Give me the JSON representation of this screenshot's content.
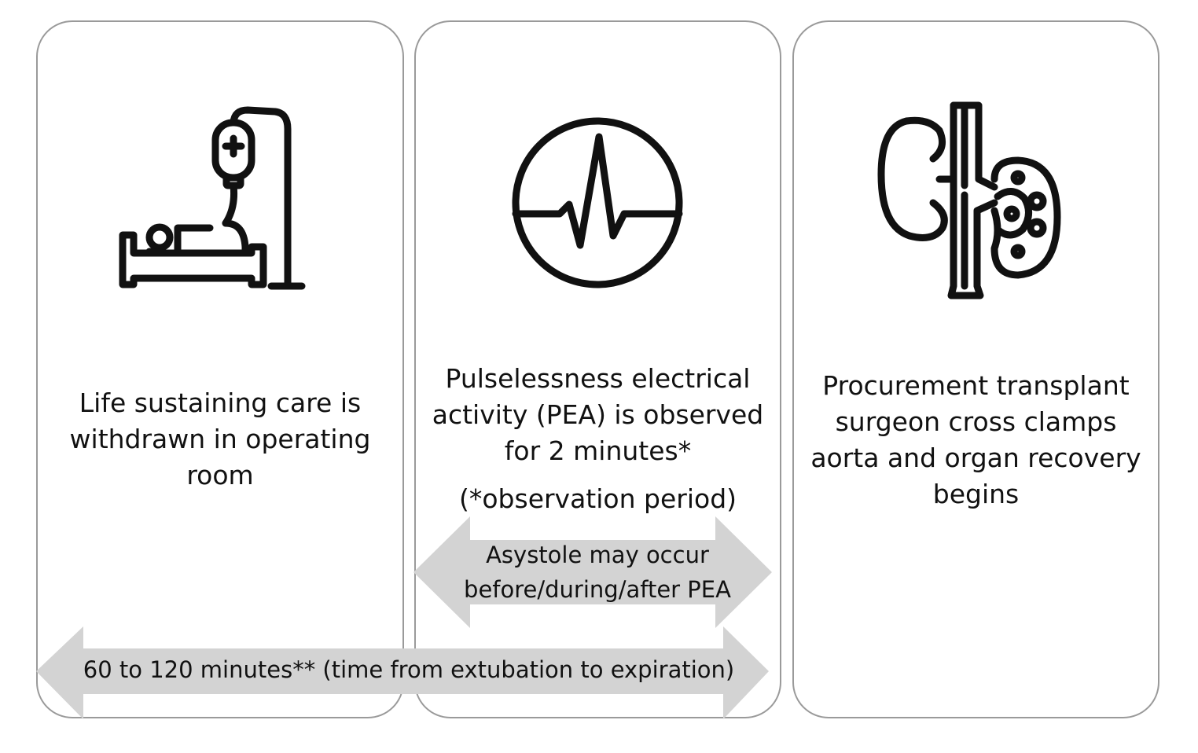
{
  "diagram": {
    "type": "process-timeline",
    "panels": [
      {
        "id": "withdrawal",
        "icon": "patient-bed-iv-icon",
        "text": "Life sustaining care is withdrawn in operating room",
        "lines": [
          "Life sustaining care is",
          "withdrawn in operating",
          "room"
        ]
      },
      {
        "id": "pea",
        "icon": "heart-monitor-icon",
        "text": "Pulselessness electrical activity (PEA) is observed for 2 minutes*",
        "lines": [
          "Pulselessness electrical",
          "activity (PEA) is observed",
          "for 2 minutes*"
        ],
        "note": "(*observation period)"
      },
      {
        "id": "procurement",
        "icon": "kidney-organ-icon",
        "text": "Procurement transplant surgeon cross clamps aorta and organ recovery begins",
        "lines": [
          "Procurement transplant",
          "surgeon cross clamps",
          "aorta and organ recovery",
          "begins"
        ]
      }
    ],
    "arrows": [
      {
        "id": "asystole-arrow",
        "direction": "bidirectional",
        "lines": [
          "Asystole may occur",
          "before/during/after PEA"
        ],
        "color": "#d3d3d3"
      },
      {
        "id": "duration-arrow",
        "direction": "bidirectional",
        "text": "60 to 120 minutes** (time from extubation to expiration)",
        "color": "#d3d3d3"
      }
    ],
    "colors": {
      "panel_border": "#9a9a9a",
      "arrow_fill": "#d3d3d3",
      "icon_stroke": "#111111",
      "text": "#111111"
    }
  }
}
